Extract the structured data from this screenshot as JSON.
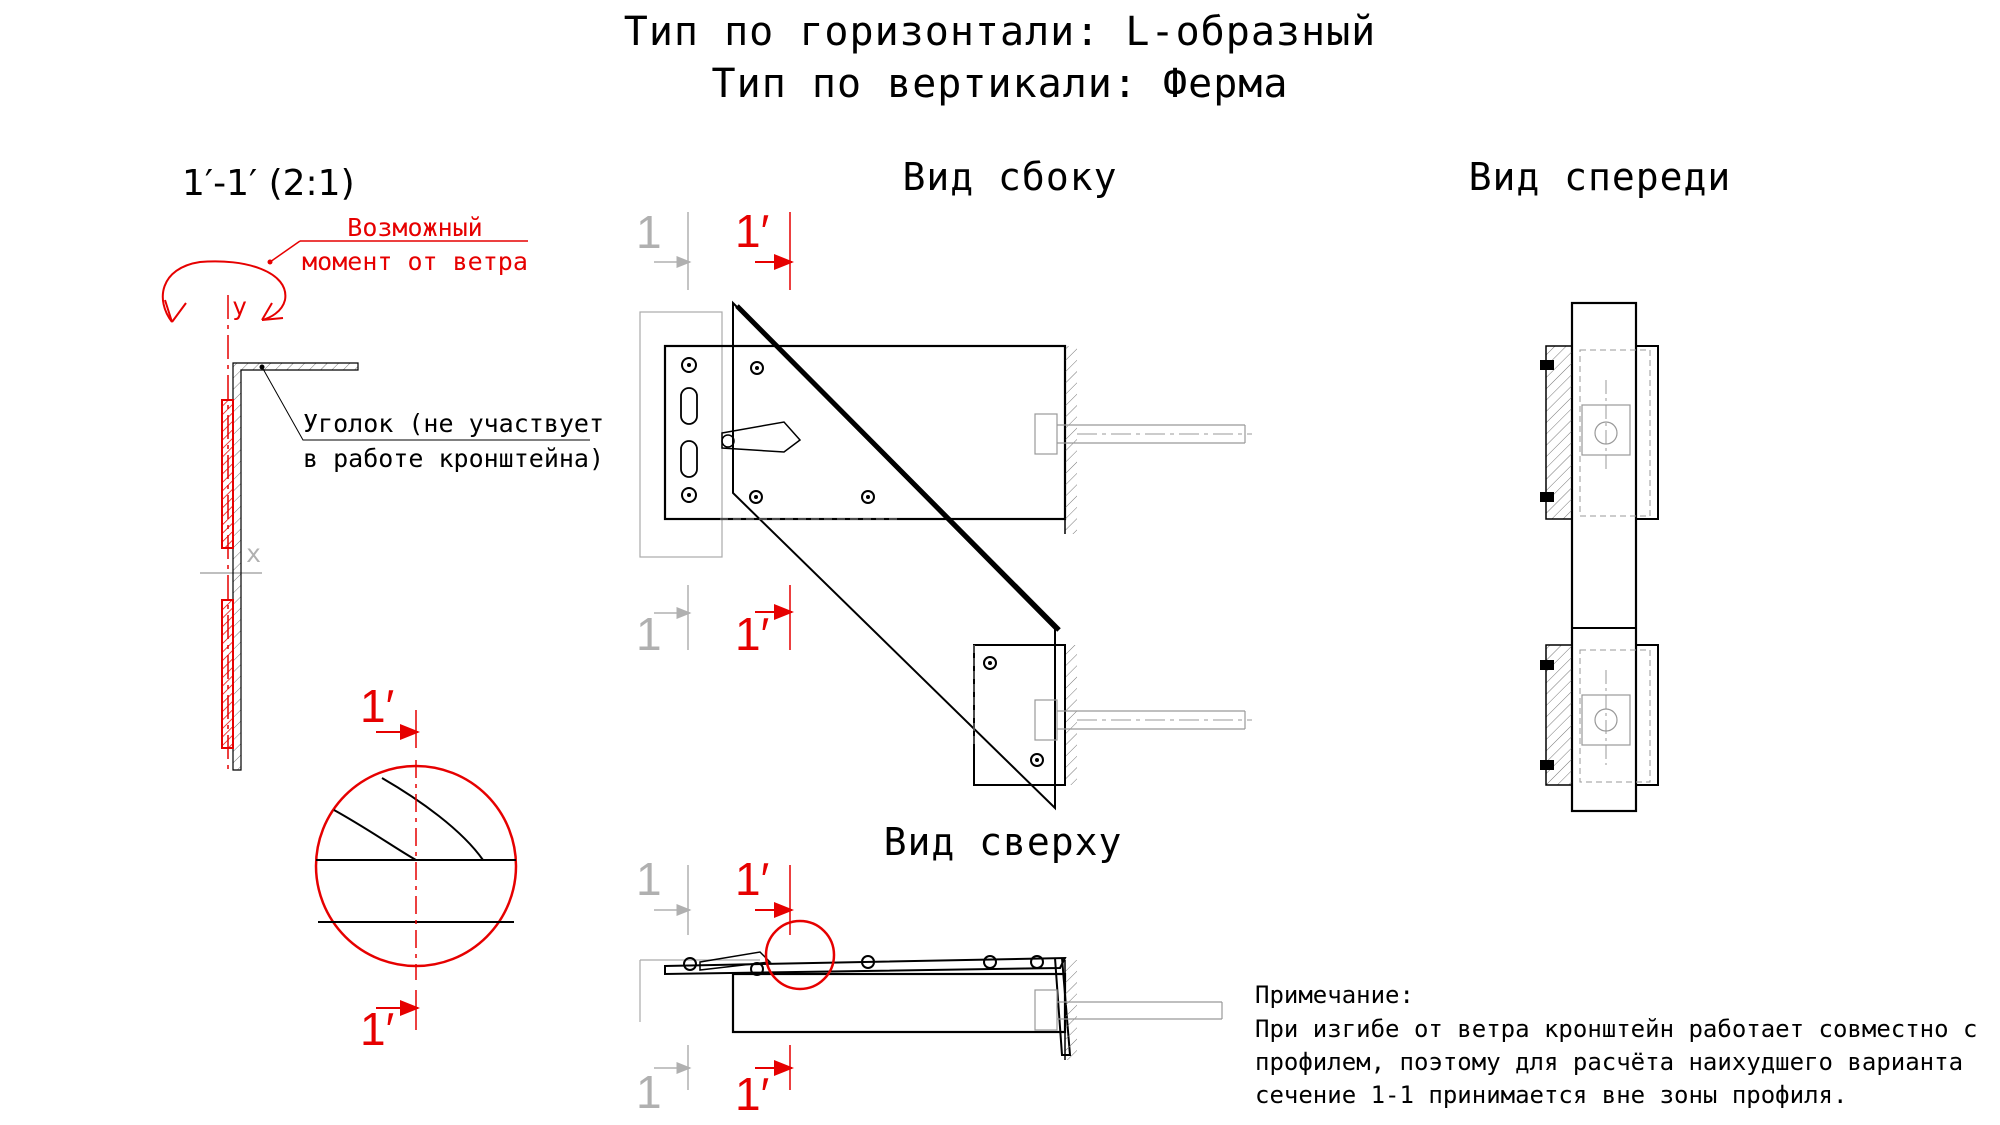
{
  "header": {
    "line1": "Тип по горизонтали: L-образный",
    "line2": "Тип по вертикали: Ферма"
  },
  "section": {
    "label": "1′-1′ (2:1)",
    "moment_line1": "Возможный",
    "moment_line2": "момент от ветра",
    "axis_y": "y",
    "axis_x": "x",
    "corner_line1": "Уголок (не участвует",
    "corner_line2": "в работе кронштейна)"
  },
  "detail": {
    "mark_top": "1′",
    "mark_bottom": "1′"
  },
  "side_view": {
    "title": "Вид сбоку",
    "mark_top_grey": "1",
    "mark_top_red": "1′",
    "mark_bottom_grey": "1",
    "mark_bottom_red": "1′"
  },
  "front_view": {
    "title": "Вид спереди"
  },
  "top_view": {
    "title": "Вид сверху",
    "mark_top_grey": "1",
    "mark_top_red": "1′",
    "mark_bottom_grey": "1",
    "mark_bottom_red": "1′"
  },
  "note": {
    "heading": "Примечание:",
    "line1": "При изгибе от ветра кронштейн работает совместно с",
    "line2": "профилем, поэтому для расчёта наихудшего варианта",
    "line3": "сечение 1-1 принимается вне зоны профиля."
  },
  "colors": {
    "line": "#000000",
    "accent": "#e60000",
    "hidden": "#9a9a9a"
  }
}
